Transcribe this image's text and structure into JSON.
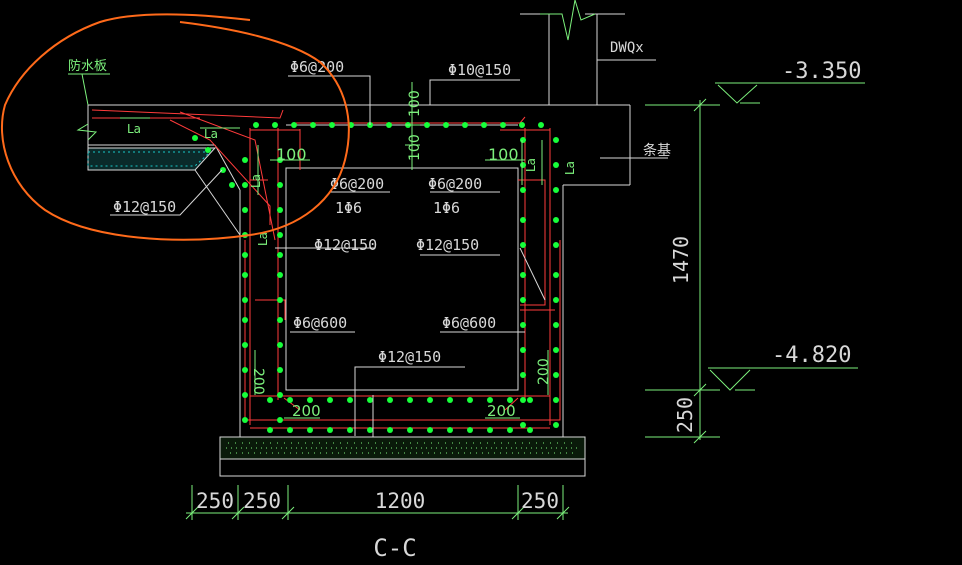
{
  "drawing": {
    "section_title": "C-C",
    "labels": {
      "waterproof_board": "防水板",
      "strip_foundation": "条基",
      "wall_tag": "DWQx",
      "elev_top": "-3.350",
      "elev_bottom": "-4.820",
      "dim_height": "1470",
      "dim_base": "250",
      "dim_b1": "250",
      "dim_b2": "250",
      "dim_b3": "1200",
      "dim_b4": "250",
      "dim_top_100": "100",
      "dim_mid_100": "100",
      "dim_left_100": "100",
      "dim_right_100": "100",
      "dim_200_left_side": "200",
      "dim_200_right_side": "200",
      "dim_200_left_bottom": "200",
      "dim_200_right_bottom": "200",
      "la_1": "La",
      "la_2": "La",
      "la_3": "La",
      "la_4": "La",
      "la_5": "La",
      "la_6": "La"
    },
    "rebar": {
      "top_left": "Φ6@200",
      "top_right": "Φ10@150",
      "slab_left": "Φ12@150",
      "mid_left_a": "Φ6@200",
      "mid_left_b": "1Φ6",
      "mid_right_a": "Φ6@200",
      "mid_right_b": "1Φ6",
      "wall_left": "Φ12@150",
      "wall_right": "Φ12@150",
      "tie_left": "Φ6@600",
      "tie_right": "Φ6@600",
      "bottom": "Φ12@150"
    },
    "colors": {
      "background": "#000000",
      "outline": "#d8d8d8",
      "rebar": "#ff3b3b",
      "dots": "#17ff3a",
      "dimension": "#7cf07c",
      "markup": "#ff6a1a"
    }
  }
}
